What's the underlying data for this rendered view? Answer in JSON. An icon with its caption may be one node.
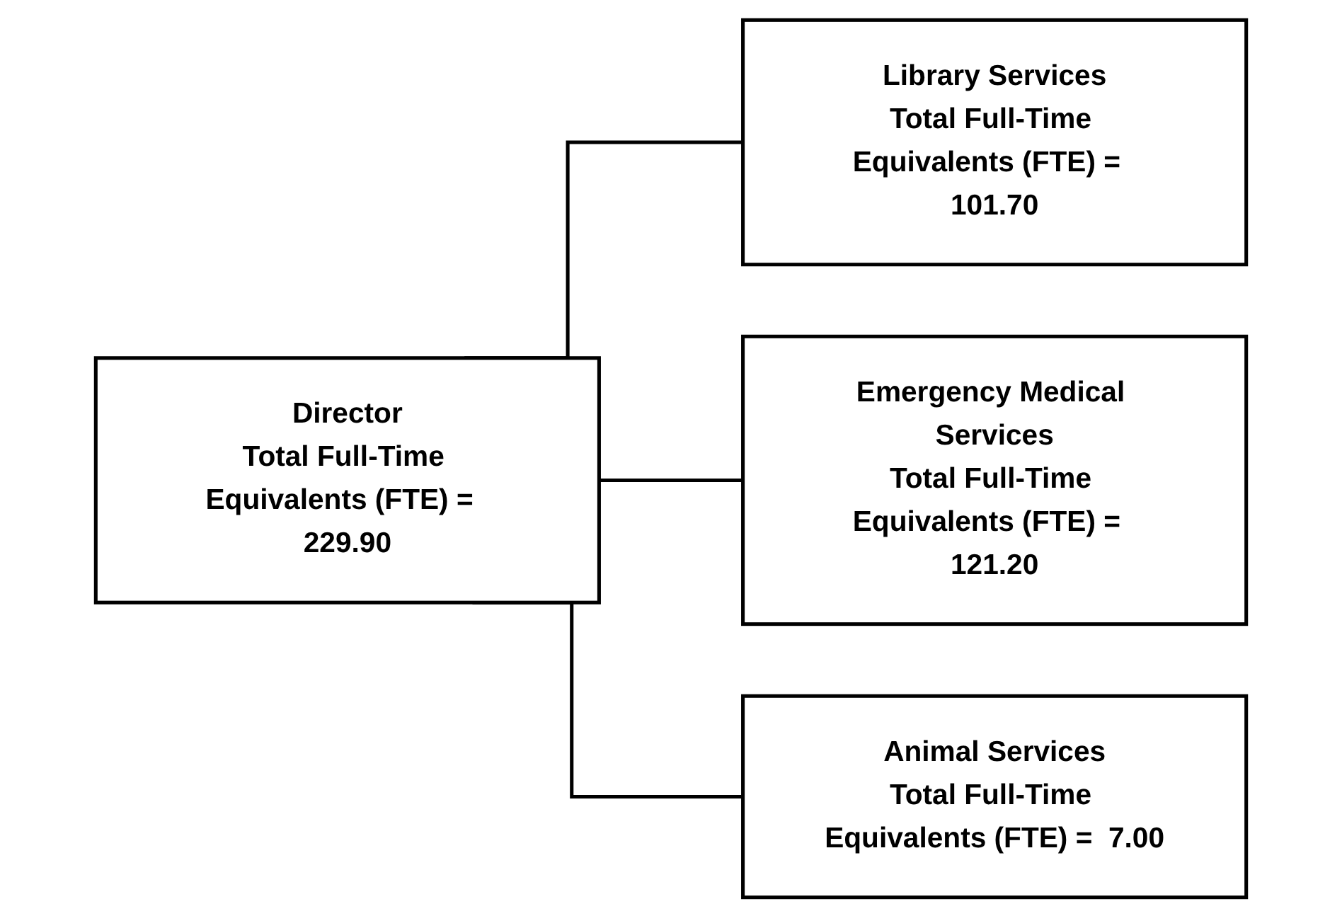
{
  "diagram": {
    "nodes": [
      {
        "text": [
          "Director",
          "Total Full-Time Equivalents (FTE) =  229.90"
        ]
      },
      {
        "text": [
          "Library Services",
          "Total Full-Time Equivalents (FTE) =  101.70"
        ]
      },
      {
        "text": [
          "Emergency Medical Services",
          "Total Full-Time Equivalents (FTE) =  121.20"
        ]
      },
      {
        "text": [
          "Animal Services",
          "Total Full-Time Equivalents (FTE) =  7.00"
        ]
      }
    ],
    "edges": [
      {
        "from": 0,
        "to": 1,
        "arrow": "none"
      },
      {
        "from": 0,
        "to": 2,
        "arrow": "none"
      },
      {
        "from": 0,
        "to": 3,
        "arrow": "none"
      }
    ]
  }
}
